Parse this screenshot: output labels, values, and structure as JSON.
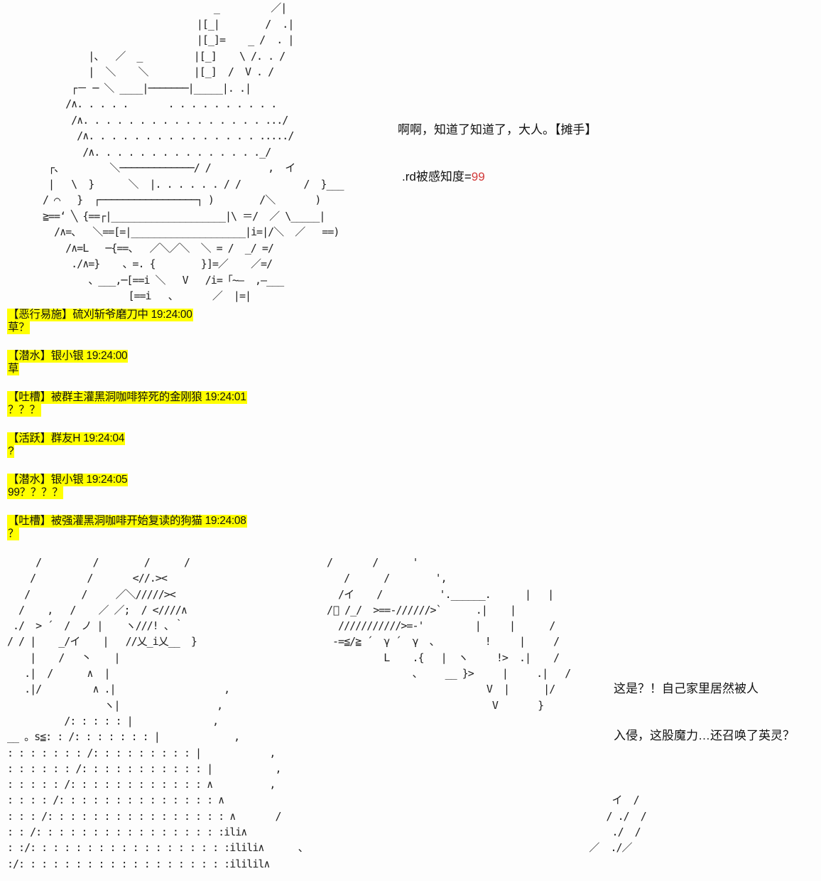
{
  "top_scene": {
    "speech_line1": "啊啊，知道了知道了，大人。【摊手】",
    "speech_line2_prefix": ".rd被感知度=",
    "speech_line2_value": "99",
    "speech_value_color": "#d23a3a",
    "ascii_art": "                              _         ／|\n                           |[_|        /  .|\n                           |[_]=    _ /  . |\n        |、  ／  _         |[_]    \\ /. . /\n        |  ＼    ＼        |[_]  /  V . /\n     ┌－ ─ ＼ ____|───────|_____|. .|\n    /∧. . . . .       . . . . . . . . . .\n     /∧. . . . . . . . . . . . . . . . .../\n      /∧. . . . . . . . . . . . . . . ...../\n       /∧. . . . . . . . . . . . . . ._/\n ┌、        ＼─────────────/ /          ,  イ\n |   \\  }      ＼  |. . . . . . / /           /  }___\n/ ⌒   }  ┌─────────────────┐ )        /＼       )\n≧==‘ ╲ {==┌|____________________|\\ ＝/  ／ \\_____|\n  /∧=、  ＼==[=|____________________|i=|/＼  ／   ==)\n    /∧=L   ─{==、  ／＼／＼  ＼ = /  _/ =/\n     ./∧=}    、=. {        }]=／    ／=/\n        、___,─[==i ＼   V   /i=「~—  ,—___\n               [==i   、      ／  |=|"
  },
  "chat_log": [
    {
      "header": "【恶行易施】硫刈斩爷磨刀中 19:24:00",
      "text": "草？"
    },
    {
      "header": "【潜水】银小银 19:24:00",
      "text": "草"
    },
    {
      "header": "【吐槽】被群主灌黑洞咖啡猝死的金刚狼 19:24:01",
      "text": "？？？"
    },
    {
      "header": "【活跃】群友H 19:24:04",
      "text": "?"
    },
    {
      "header": "【潜水】银小银 19:24:05",
      "text": "99？？？？"
    },
    {
      "header": "【吐槽】被强灌黑洞咖啡开始复读的狗猫 19:24:08",
      "text": "？"
    }
  ],
  "highlight_color": "#ffff00",
  "bottom_scene": {
    "speech_line1": "这是？！自己家里居然被人",
    "speech_line2": "入侵，这股魔力…还召唤了英灵？",
    "ascii_left": "     /         /        /      /\n    /         /       <//.><\n   /         /     ／＼/////><\n  /    ,   /    ／ ／;  / <////∧\n ./  > ´  /  ノ |    ヽ///! 、｀\n/ / |    _/イ    |   //乂_i乂__  }\n    |    /   丶    |\n   .|  /      ∧  |\n   .|/         ∧ .|                   ,\n                 ヽ|                 ,\n          /: : : : : |              ,\n__ 。s≦: : /: : : : : : : |             ,\n: : : : : : : /: : : : : : : : : |            ,\n: : : : : : /: : : : : : : : : : : |           ,\n: : : : : /: : : : : : : : : : : : ∧          ,\n: : : : /: : : : : : : : : : : : : : ∧\n: : : /: : : : : : : : : : : : : : : : ∧       /\n: : /: : : : : : : : : : : : : : : : :ili∧\n: :/: : : : : : : : : : : : : : : : : :ilili∧      、\n:/: : : : : : : : : : : : : : : : : : :ililil∧",
    "ascii_right": "/       /      '\n   /      /        ',\n  /イ    /          '.______.      |   |\n/ﾞ /_/  >==-//////>`      .|    |\n  ///////////>=-'         |     |      /\n -=≦/≧ ´  γ ´  γ  、        !     |     /\n          L    .{   |  ヽ     !>  .|    /\n               、    __ }>     |     .|   /\n                            V  |      |/\n                             V       }\n\n\n\n\n\n                                                  イ  /\n                                                 / ./  /\n                                                  ./  /\n                                              ／  ./／"
  }
}
